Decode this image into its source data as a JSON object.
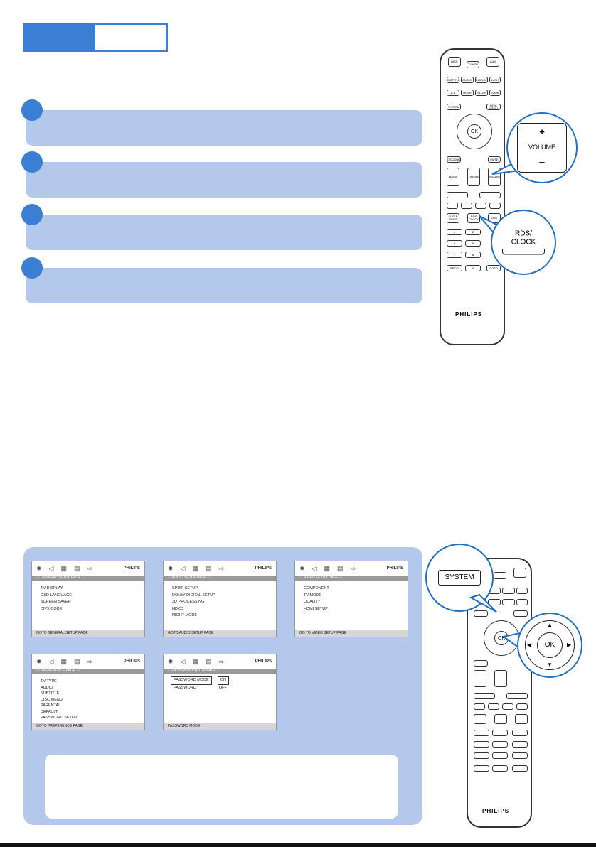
{
  "remote_top": {
    "buttons": [
      "DISC",
      "TUNER",
      "AUX",
      "SUBTITLE",
      "ANGLE",
      "DISPLAY",
      "AUDIO",
      "A-B",
      "MODE",
      "SLOW",
      "ZOOM",
      "SYSTEM",
      "DISC MENU",
      "OK",
      "DSC/DBB",
      "MUTE",
      "BASS",
      "TREBLE",
      "VOLUME",
      "SLEEP TIMER",
      "RDS CLOCK",
      "DIM",
      "1",
      "2",
      "4",
      "5",
      "7",
      "8",
      "PROG",
      "0",
      "GOTO"
    ],
    "brand": "PHILIPS"
  },
  "callout_volume": {
    "plus": "+",
    "label": "VOLUME",
    "minus": "–"
  },
  "callout_rds": {
    "label_line1": "RDS/",
    "label_line2": "CLOCK"
  },
  "screens": [
    {
      "title": "- - GENERAL SETUP PAGE - -",
      "items": [
        "TV DISPLAY",
        "OSD LANGUAGE",
        "SCREEN SAVER",
        "DIVX CODE"
      ],
      "footer": "GOTO GENERAL SETUP PAGE"
    },
    {
      "title": "- - AUDIO SETUP PAGE - -",
      "items": [
        "SPDIF SETUP",
        "DOLBY DIGITAL SETUP",
        "3D PROCESSING",
        "HDCD",
        "NIGHT MODE"
      ],
      "footer": "GOTO AUDIO SETUP PAGE"
    },
    {
      "title": "- - VIDEO SETUP PAGE - -",
      "items": [
        "COMPONENT",
        "TV MODE",
        "QUALITY",
        "HDMI SETUP"
      ],
      "footer": "GO TO VIDEO SETUP PAGE"
    },
    {
      "title": "- - PREFERENCE PAGE - -",
      "items": [
        "TV TYPE",
        "AUDIO",
        "SUBTITLE",
        "DISC MENU",
        "PARENTAL",
        "DEFAULT",
        "PASSWORD SETUP"
      ],
      "footer": "GOTO PREFERENCE PAGE"
    },
    {
      "title": "- - PASSWORD SETUP PAGE - -",
      "rows": [
        {
          "k": "PASSWORD MODE",
          "v": "ON"
        },
        {
          "k": "PASSWORD",
          "v": "OFF"
        }
      ],
      "footer": "PASSWORD MODE"
    }
  ],
  "screen_brand": "PHILIPS",
  "callout_system": {
    "label": "SYSTEM"
  },
  "callout_ok": {
    "label": "OK"
  },
  "remote_bottom": {
    "brand": "PHILIPS",
    "ok": "OK"
  }
}
